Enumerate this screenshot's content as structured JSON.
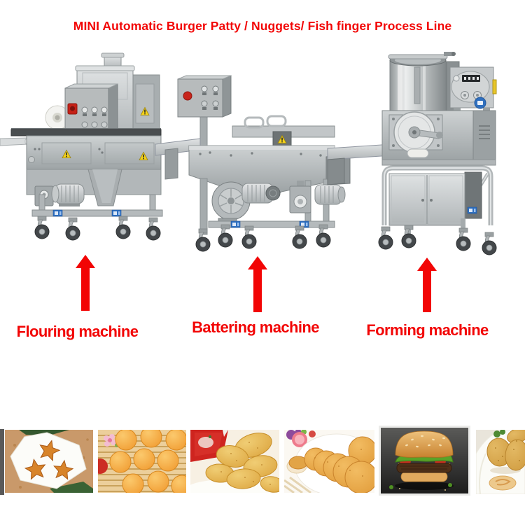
{
  "title": {
    "text": "MINI Automatic Burger Patty / Nuggets/ Fish finger Process Line"
  },
  "machines": [
    {
      "id": "flouring-machine",
      "label": "Flouring machine"
    },
    {
      "id": "battering-machine",
      "label": "Battering machine"
    },
    {
      "id": "forming-machine",
      "label": "Forming machine"
    }
  ],
  "arrows": {
    "icon": "up-arrow-icon",
    "direction": "up",
    "count": 3
  },
  "product_photos": [
    "star-shaped breaded nuggets on plate",
    "round nuggets in bamboo steamer",
    "chicken nuggets with ketchup packet",
    "row of breaded patties on plate",
    "cheeseburger",
    "croquettes with dipping sauce"
  ],
  "colors": {
    "accent_red": "#f20505",
    "steel_light": "#ced2d3",
    "steel_dark": "#8a9092",
    "warning_yellow": "#f4d21a",
    "sticker_blue": "#2e6fc0",
    "background": "#ffffff"
  }
}
